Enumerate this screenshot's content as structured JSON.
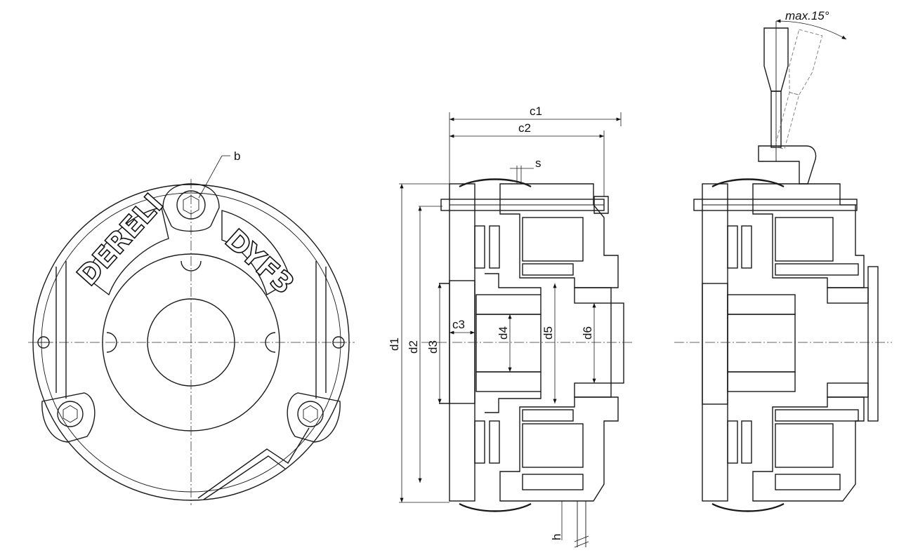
{
  "drawing": {
    "front_view": {
      "brand": "DERELI",
      "model": "DYF3",
      "callout": "b"
    },
    "section_view": {
      "dimensions": {
        "c1": "c1",
        "c2": "c2",
        "c3": "c3",
        "s": "s",
        "d1": "d1",
        "d2": "d2",
        "d3": "d3",
        "d4": "d4",
        "d5": "d5",
        "d6": "d6",
        "h": "h"
      }
    },
    "lever_view": {
      "angle_label": "max.15°"
    }
  }
}
